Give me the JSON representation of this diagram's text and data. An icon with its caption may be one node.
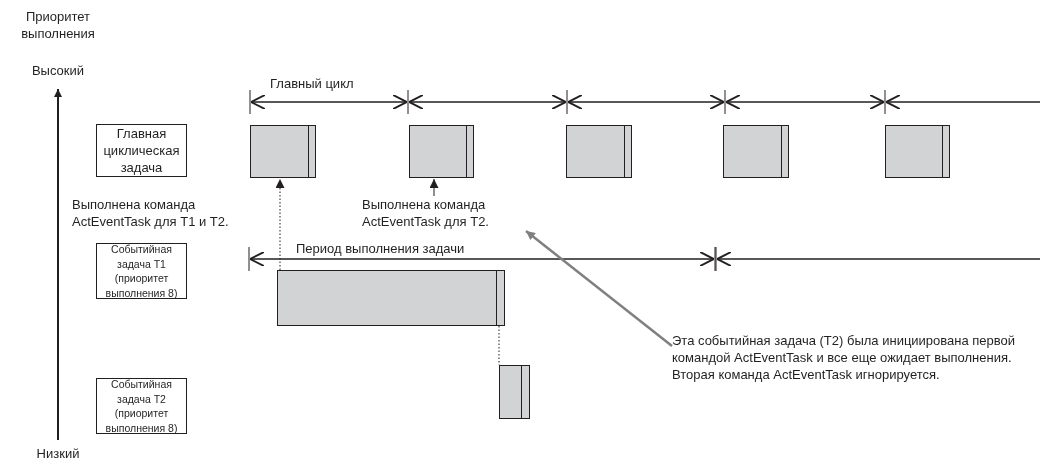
{
  "diagram": {
    "nodes": [
      {
        "text": [
          "Главная циклическая задача"
        ]
      },
      {
        "text": [
          "Событийная задача T1 (приоритет выполнения 8)"
        ]
      },
      {
        "text": [
          "Событийная задача T2 (приоритет выполнения 8)"
        ]
      },
      {
        "text": [],
        "shape": "bar"
      },
      {
        "text": [],
        "shape": "bar"
      },
      {
        "text": [],
        "shape": "bar"
      },
      {
        "text": [],
        "shape": "bar"
      },
      {
        "text": [],
        "shape": "bar"
      },
      {
        "text": [],
        "shape": "bar"
      },
      {
        "text": [],
        "shape": "bar"
      },
      {
        "text": [
          "Эта событийная задача (T2) была инициирована первой командой ActEventTask и все еще ожидает выполнения. Вторая команда ActEventTask игнорируется."
        ]
      },
      {
        "text": [
          "Выполнена команда ActEventTask для T2."
        ]
      }
    ],
    "edges": [
      {
        "from": 8,
        "to": 3,
        "arrow": "to",
        "style": "dashed"
      },
      {
        "from": 11,
        "to": 4,
        "arrow": "to"
      },
      {
        "from": 8,
        "to": 9,
        "arrow": "none",
        "style": "dashed"
      },
      {
        "from": 10,
        "to": 11,
        "arrow": "to",
        "color": "#808080"
      }
    ],
    "labels": [
      "Приоритет выполнения",
      "Высокий",
      "Главный цикл",
      "Выполнена команда ActEventTask для T1 и T2.",
      "Период выполнения задачи",
      "Низкий"
    ]
  }
}
